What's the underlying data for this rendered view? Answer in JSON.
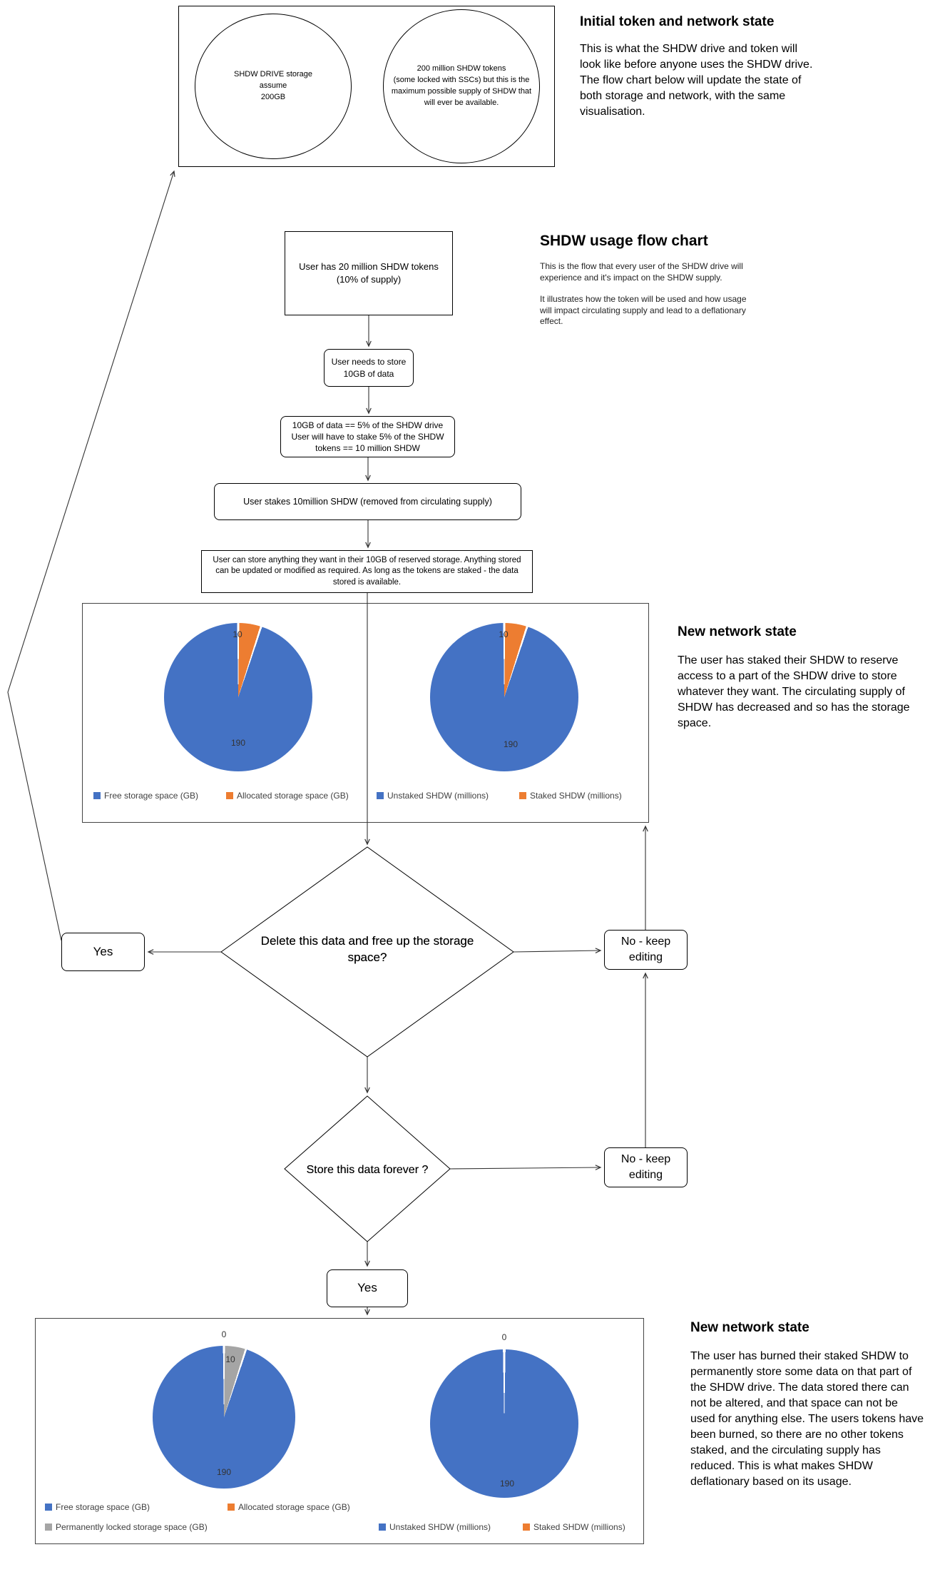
{
  "colors": {
    "blue": "#4472C4",
    "orange": "#ED7D31",
    "gray": "#A5A5A5"
  },
  "initial_state": {
    "heading": "Initial token and network state",
    "description": "This is what the SHDW drive and token will look like before anyone uses the SHDW drive. The flow chart below will update the state of both storage and network, with the same visualisation.",
    "storage_circle": "SHDW DRIVE storage\nassume\n200GB",
    "token_circle": "200 million SHDW tokens\n(some locked with SSCs) but this is the\nmaximum possible supply of SHDW that\nwill ever be available."
  },
  "flow_chart": {
    "heading": "SHDW usage flow chart",
    "description_1": "This is the flow that every user of the SHDW drive will experience and it's impact on the SHDW supply.",
    "description_2": "It illustrates how the token will be used and how usage will impact circulating supply and lead to a deflationary effect.",
    "step_tokens": "User has 20 million SHDW tokens\n(10% of supply)",
    "step_need": "User needs to store\n10GB of data",
    "step_stake_calc": "10GB of data == 5% of the SHDW drive\nUser will have to stake 5% of the SHDW\ntokens == 10 million SHDW",
    "step_stake": "User stakes 10million SHDW (removed from circulating supply)",
    "step_store": "User can store anything they want in their 10GB of reserved storage. Anything stored can be updated or modified as required. As long as the tokens are staked - the data stored is available.",
    "decision_delete": "Delete this data and free up the storage space?",
    "decision_forever": "Store this data forever ?",
    "yes_label": "Yes",
    "no_label": "No - keep\nediting"
  },
  "network_state_1": {
    "heading": "New network state",
    "description": "The user has staked their SHDW to reserve access to a part of the SHDW drive to store whatever they want. The circulating supply of SHDW has decreased and so has the storage space."
  },
  "network_state_2": {
    "heading": "New network state",
    "description": "The user has burned their staked SHDW to permanently store some data on that part of the SHDW drive. The data stored there can not be altered, and that space can not be used for anything else. The users tokens have been burned, so there are no other tokens staked, and the circulating supply has reduced. This is what makes SHDW deflationary based on its usage."
  },
  "chart_data": [
    {
      "id": "state1_storage",
      "type": "pie",
      "slices": [
        {
          "label": "Free storage space (GB)",
          "value": 190,
          "color": "#4472C4"
        },
        {
          "label": "Allocated storage space (GB)",
          "value": 10,
          "color": "#ED7D31"
        }
      ],
      "data_labels": {
        "free": "190",
        "allocated": "10"
      },
      "legend_position": "bottom"
    },
    {
      "id": "state1_tokens",
      "type": "pie",
      "slices": [
        {
          "label": "Unstaked SHDW (millions)",
          "value": 190,
          "color": "#4472C4"
        },
        {
          "label": "Staked SHDW (millions)",
          "value": 10,
          "color": "#ED7D31"
        }
      ],
      "data_labels": {
        "unstaked": "190",
        "staked": "10"
      },
      "legend_position": "bottom"
    },
    {
      "id": "state2_storage",
      "type": "pie",
      "slices": [
        {
          "label": "Free storage space (GB)",
          "value": 190,
          "color": "#4472C4"
        },
        {
          "label": "Allocated storage space (GB)",
          "value": 0,
          "color": "#ED7D31"
        },
        {
          "label": "Permanently locked storage space (GB)",
          "value": 10,
          "color": "#A5A5A5"
        }
      ],
      "data_labels": {
        "free": "190",
        "allocated": "0",
        "locked": "10"
      },
      "legend_position": "bottom"
    },
    {
      "id": "state2_tokens",
      "type": "pie",
      "slices": [
        {
          "label": "Unstaked SHDW (millions)",
          "value": 190,
          "color": "#4472C4"
        },
        {
          "label": "Staked SHDW (millions)",
          "value": 0,
          "color": "#ED7D31"
        }
      ],
      "data_labels": {
        "unstaked": "190",
        "staked": "0"
      },
      "legend_position": "bottom"
    }
  ]
}
